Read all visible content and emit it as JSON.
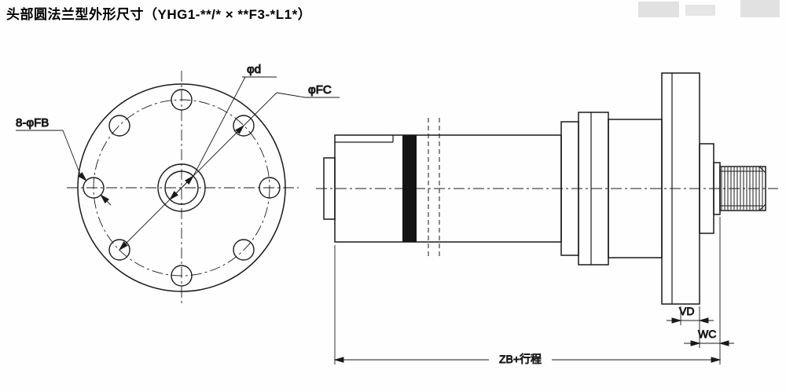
{
  "title": "头部圆法兰型外形尺寸（YHG1-**/* × **F3-*L1*）",
  "front_view": {
    "bolt_holes_label": "8-φFB",
    "center_hole_dia_label": "φd",
    "bolt_circle_dia_label": "φFC"
  },
  "side_view": {
    "flange_thickness_label": "VD",
    "rod_shoulder_label": "WC",
    "total_length_label": "ZB+行程"
  },
  "colors": {
    "line": "#1a1a1a",
    "background": "#fefefe",
    "seal_band": "#151515",
    "scan_noise": "#c9c9c9"
  }
}
